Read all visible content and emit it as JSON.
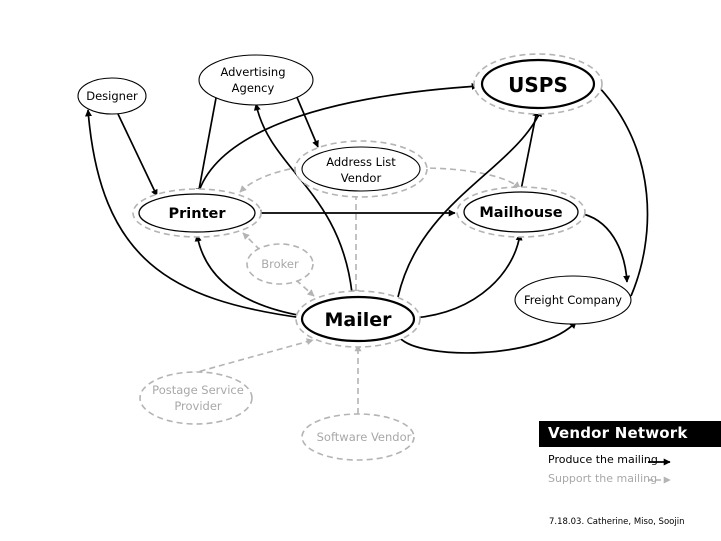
{
  "nodes": {
    "designer": "Designer",
    "advertising_agency": [
      "Advertising",
      "Agency"
    ],
    "usps": "USPS",
    "address_list_vendor": [
      "Address List",
      "Vendor"
    ],
    "printer": "Printer",
    "mailhouse": "Mailhouse",
    "broker": "Broker",
    "freight_company": "Freight Company",
    "mailer": "Mailer",
    "postage_service_provider": [
      "Postage Service",
      "Provider"
    ],
    "software_vendor": "Software Vendor"
  },
  "legend": {
    "title": "Vendor Network",
    "produce": "Produce the mailing",
    "support": "Support the mailing"
  },
  "credit": "7.18.03. Catherine, Miso, Soojin",
  "colors": {
    "produce": "#000000",
    "support": "#b4b4b4",
    "support_text": "#a8a8a8",
    "legend_bar": "#000000"
  }
}
